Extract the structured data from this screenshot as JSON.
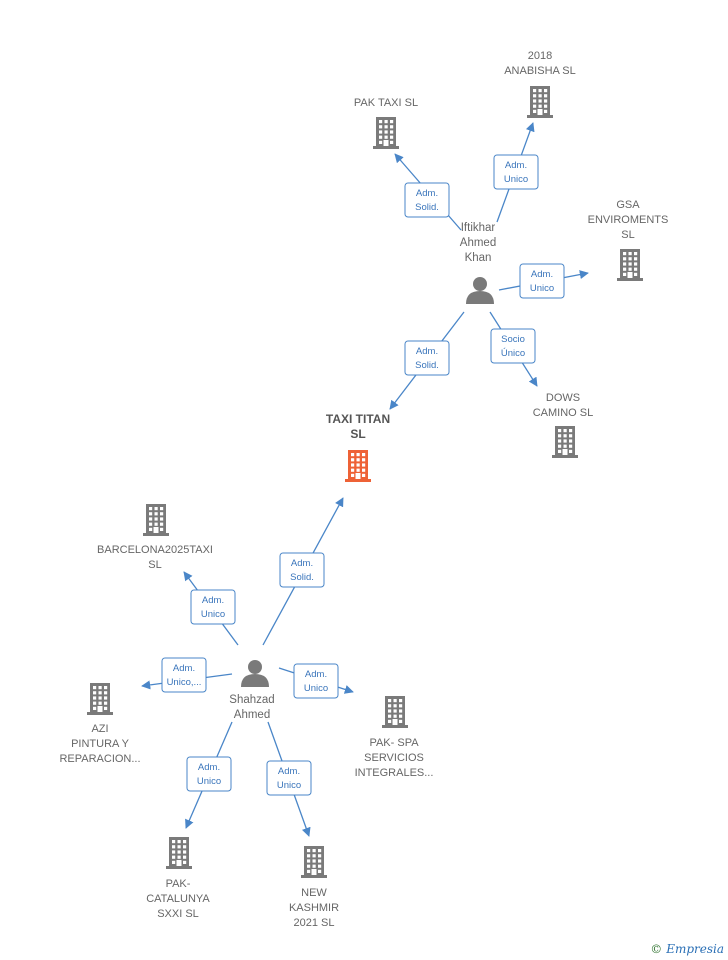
{
  "colors": {
    "company": "#7a7a7a",
    "focus": "#ee6236",
    "person": "#7a7a7a",
    "edge": "#4a86c8"
  },
  "companies": [
    {
      "id": "taxi-titan",
      "lines": [
        "TAXI TITAN",
        "SL"
      ],
      "focus": true
    },
    {
      "id": "anabisha",
      "lines": [
        "2018",
        "ANABISHA  SL"
      ]
    },
    {
      "id": "pak-taxi",
      "lines": [
        "PAK TAXI  SL"
      ]
    },
    {
      "id": "gsa",
      "lines": [
        "GSA",
        "ENVIROMENTS",
        "SL"
      ]
    },
    {
      "id": "dows",
      "lines": [
        "DOWS",
        "CAMINO SL"
      ]
    },
    {
      "id": "barcelona",
      "lines": [
        "BARCELONA2025TAXI",
        "SL"
      ]
    },
    {
      "id": "azi",
      "lines": [
        "AZI",
        "PINTURA Y",
        "REPARACION..."
      ]
    },
    {
      "id": "pakspa",
      "lines": [
        "PAK- SPA",
        "SERVICIOS",
        "INTEGRALES..."
      ]
    },
    {
      "id": "catalunya",
      "lines": [
        "PAK-",
        "CATALUNYA",
        "SXXI  SL"
      ]
    },
    {
      "id": "kashmir",
      "lines": [
        "NEW",
        "KASHMIR",
        "2021  SL"
      ]
    }
  ],
  "persons": [
    {
      "id": "iftikhar",
      "lines": [
        "Iftikhar",
        "Ahmed",
        "Khan"
      ]
    },
    {
      "id": "shahzad",
      "lines": [
        "Shahzad",
        "Ahmed"
      ]
    }
  ],
  "edges": [
    {
      "id": "ifti-pak-taxi",
      "lines": [
        "Adm.",
        "Solid."
      ]
    },
    {
      "id": "ifti-anabisha",
      "lines": [
        "Adm.",
        "Unico"
      ]
    },
    {
      "id": "ifti-gsa",
      "lines": [
        "Adm.",
        "Unico"
      ]
    },
    {
      "id": "ifti-dows",
      "lines": [
        "Socio",
        "Único"
      ]
    },
    {
      "id": "ifti-taxi-titan",
      "lines": [
        "Adm.",
        "Solid."
      ]
    },
    {
      "id": "shah-taxi-titan",
      "lines": [
        "Adm.",
        "Solid."
      ]
    },
    {
      "id": "shah-barcelona",
      "lines": [
        "Adm.",
        "Unico"
      ]
    },
    {
      "id": "shah-azi",
      "lines": [
        "Adm.",
        "Unico,..."
      ]
    },
    {
      "id": "shah-pakspa",
      "lines": [
        "Adm.",
        "Unico"
      ]
    },
    {
      "id": "shah-catalunya",
      "lines": [
        "Adm.",
        "Unico"
      ]
    },
    {
      "id": "shah-kashmir",
      "lines": [
        "Adm.",
        "Unico"
      ]
    }
  ],
  "footer": {
    "copyright_symbol": "©",
    "brand": "Empresia"
  }
}
